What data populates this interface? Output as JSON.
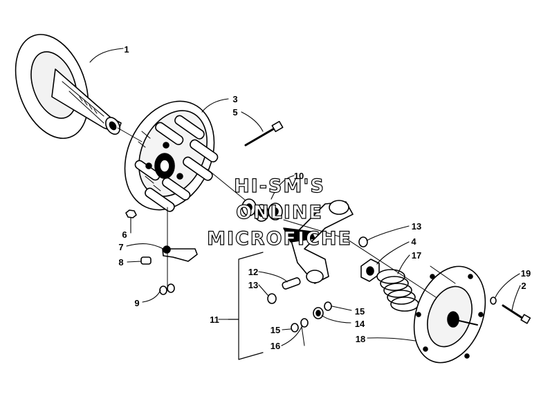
{
  "callouts": {
    "p1": "1",
    "p2": "2",
    "p3": "3",
    "p4": "4",
    "p5": "5",
    "p6": "6",
    "p7": "7",
    "p8": "8",
    "p9": "9",
    "p10": "10",
    "p11": "11",
    "p12": "12",
    "p13a": "13",
    "p13b": "13",
    "p14": "14",
    "p15a": "15",
    "p15b": "15",
    "p16": "16",
    "p17": "17",
    "p18": "18",
    "p19": "19"
  },
  "watermark": {
    "line1": "HI-SM'S",
    "line2": "ONLINE",
    "line3": "MICROFICHE"
  },
  "colors": {
    "ink": "#000000",
    "paper": "#ffffff"
  }
}
